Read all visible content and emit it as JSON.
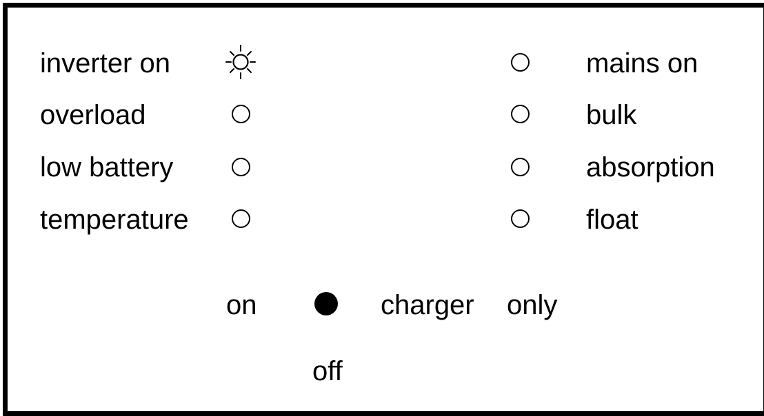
{
  "indicators_left": [
    {
      "label": "inverter on",
      "state": "lit",
      "icon": "sun-lit-led-icon"
    },
    {
      "label": "overload",
      "state": "off",
      "icon": "led-off-icon"
    },
    {
      "label": "low battery",
      "state": "off",
      "icon": "led-off-icon"
    },
    {
      "label": "temperature",
      "state": "off",
      "icon": "led-off-icon"
    }
  ],
  "indicators_right": [
    {
      "label": "mains on",
      "state": "off",
      "icon": "led-off-icon"
    },
    {
      "label": "bulk",
      "state": "off",
      "icon": "led-off-icon"
    },
    {
      "label": "absorption",
      "state": "off",
      "icon": "led-off-icon"
    },
    {
      "label": "float",
      "state": "off",
      "icon": "led-off-icon"
    }
  ],
  "switch": {
    "on_label": "on",
    "off_label": "off",
    "charger_label": "charger",
    "only_label": "only",
    "position": "off",
    "icon": "switch-knob-icon"
  },
  "colors": {
    "ink": "#000000",
    "background": "#ffffff"
  }
}
